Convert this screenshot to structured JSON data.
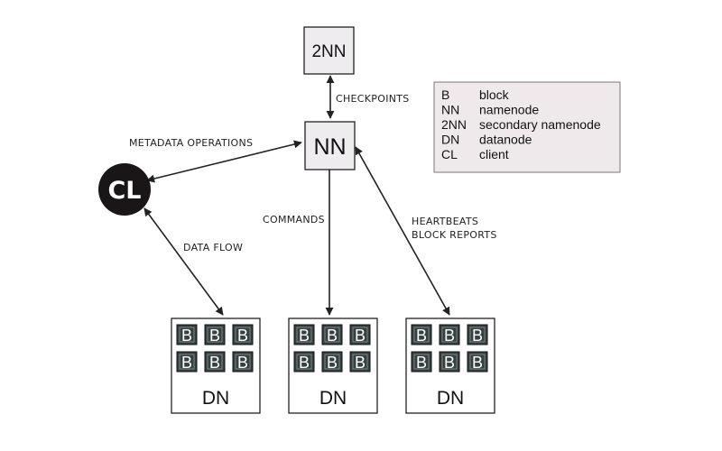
{
  "nodes": {
    "secondary_namenode": "2NN",
    "namenode": "NN",
    "client": "CL"
  },
  "edges": {
    "checkpoints": "CHECKPOINTS",
    "metadata_operations": "METADATA OPERATIONS",
    "commands": "COMMANDS",
    "heartbeats": "HEARTBEATS",
    "block_reports": "BLOCK REPORTS",
    "data_flow": "DATA FLOW"
  },
  "datanodes": [
    {
      "label": "DN",
      "blocks": [
        "B",
        "B",
        "B",
        "B",
        "B",
        "B"
      ]
    },
    {
      "label": "DN",
      "blocks": [
        "B",
        "B",
        "B",
        "B",
        "B",
        "B"
      ]
    },
    {
      "label": "DN",
      "blocks": [
        "B",
        "B",
        "B",
        "B",
        "B",
        "B"
      ]
    }
  ],
  "legend": [
    {
      "abbr": "B",
      "meaning": "block"
    },
    {
      "abbr": "NN",
      "meaning": "namenode"
    },
    {
      "abbr": "2NN",
      "meaning": "secondary namenode"
    },
    {
      "abbr": "DN",
      "meaning": "datanode"
    },
    {
      "abbr": "CL",
      "meaning": "client"
    }
  ],
  "colors": {
    "node_fill": "#efecef",
    "legend_fill": "#efe9ec",
    "client_fill": "#1a1618",
    "block_fill": "#364040",
    "stroke": "#222222"
  }
}
